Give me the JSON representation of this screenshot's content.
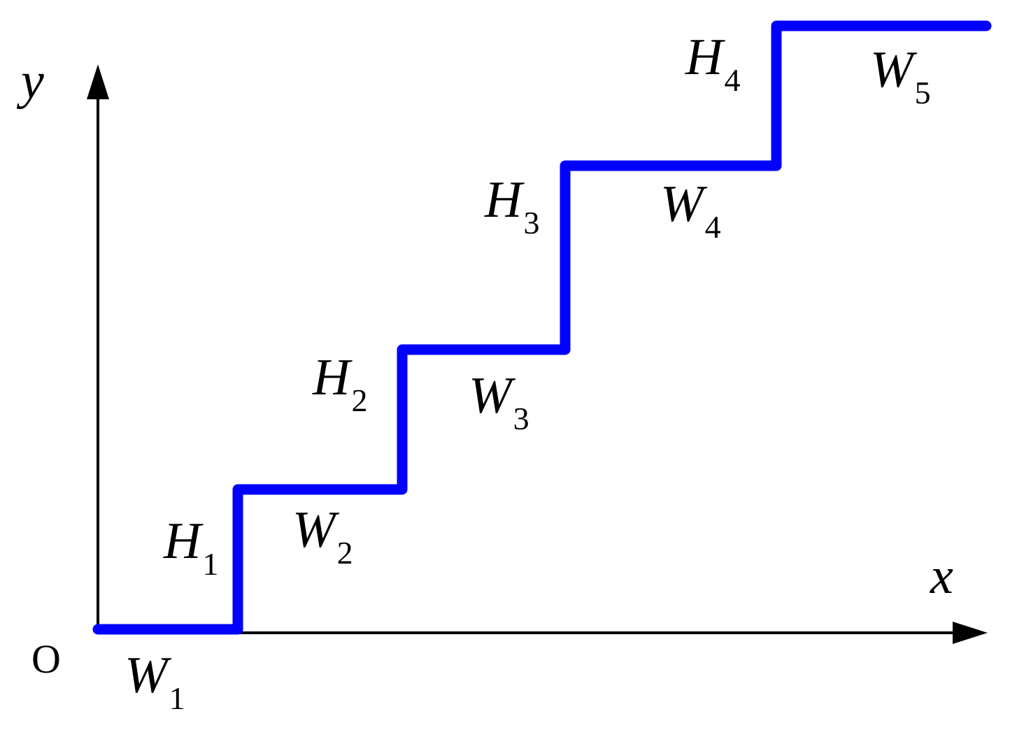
{
  "axes": {
    "x_label": "x",
    "y_label": "y",
    "origin_label": "O"
  },
  "colors": {
    "step": "#0000ff",
    "axis": "#000000"
  },
  "labels": {
    "W1": {
      "main": "W",
      "sub": "1"
    },
    "W2": {
      "main": "W",
      "sub": "2"
    },
    "W3": {
      "main": "W",
      "sub": "3"
    },
    "W4": {
      "main": "W",
      "sub": "4"
    },
    "W5": {
      "main": "W",
      "sub": "5"
    },
    "H1": {
      "main": "H",
      "sub": "1"
    },
    "H2": {
      "main": "H",
      "sub": "2"
    },
    "H3": {
      "main": "H",
      "sub": "3"
    },
    "H4": {
      "main": "H",
      "sub": "4"
    }
  }
}
